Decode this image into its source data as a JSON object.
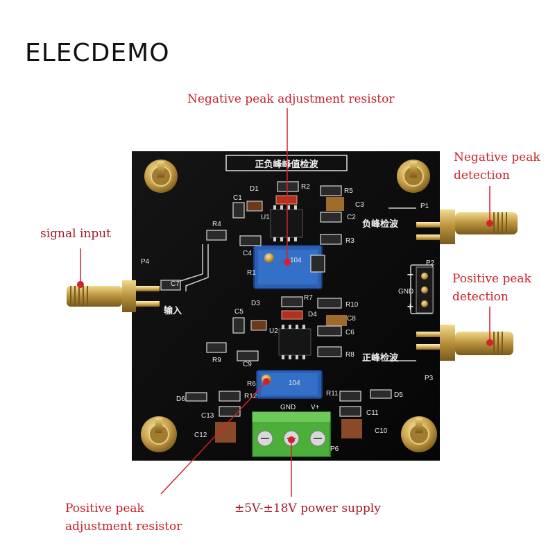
{
  "brand": "ELECDEMO",
  "callouts": {
    "negative_resistor": "Negative peak adjustment resistor",
    "signal_input": "signal input",
    "negative_detection_line1": "Negative peak",
    "negative_detection_line2": "detection",
    "positive_detection_line1": "Positive peak",
    "positive_detection_line2": "detection",
    "positive_resistor_line1": "Positive peak",
    "positive_resistor_line2": "adjustment resistor",
    "power_supply": "±5V-±18V power supply"
  },
  "board": {
    "title": "正负峰峰值检波",
    "neg_detect_label": "负峰检波",
    "pos_detect_label": "正峰检波",
    "input_label": "输入",
    "gnd_label": "GND",
    "minus": "−",
    "plus": "+",
    "terminal_gnd": "GND",
    "terminal_vplus": "V+",
    "pot_code_top": "104",
    "pot_code_bottom": "104",
    "designators": {
      "p1": "P1",
      "p2": "P2",
      "p3": "P3",
      "p4": "P4",
      "p6": "P6",
      "r1": "R1",
      "r2": "R2",
      "r3": "R3",
      "r4": "R4",
      "r5": "R5",
      "r6": "R6",
      "r7": "R7",
      "r8": "R8",
      "r9": "R9",
      "r10": "R10",
      "r11": "R11",
      "r12": "R12",
      "c1": "C1",
      "c2": "C2",
      "c3": "C3",
      "c4": "C4",
      "c5": "C5",
      "c6": "C6",
      "c7": "C7",
      "c8": "C8",
      "c9": "C9",
      "c10": "C10",
      "c11": "C11",
      "c12": "C12",
      "c13": "C13",
      "d1": "D1",
      "d3": "D3",
      "d4": "D4",
      "d5": "D5",
      "d6": "D6",
      "u1": "U1",
      "u2": "U2"
    }
  },
  "colors": {
    "callout_text": "#c8202a",
    "pcb": "#0b0b0b",
    "gold": "#c9a24a",
    "trimpot": "#2a5fb3",
    "terminal": "#4caf3a"
  }
}
